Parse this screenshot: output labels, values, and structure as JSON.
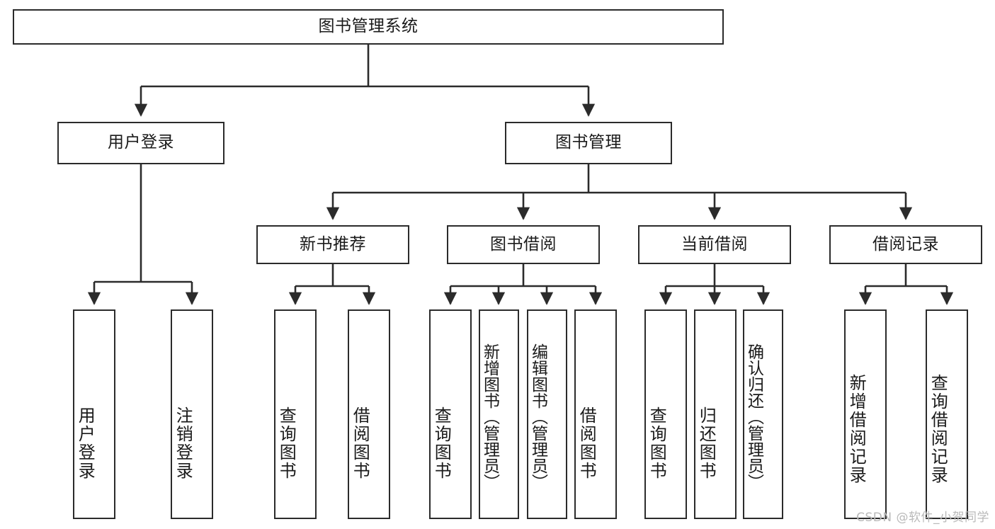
{
  "diagram": {
    "title": "图书管理系统",
    "type": "tree-hierarchy",
    "root": {
      "id": "root",
      "label": "图书管理系统"
    },
    "level2": [
      {
        "id": "user-login",
        "label": "用户登录"
      },
      {
        "id": "book-manage",
        "label": "图书管理"
      }
    ],
    "level3": [
      {
        "id": "new-book-recommend",
        "label": "新书推荐",
        "parent": "book-manage"
      },
      {
        "id": "book-borrow",
        "label": "图书借阅",
        "parent": "book-manage"
      },
      {
        "id": "current-borrow",
        "label": "当前借阅",
        "parent": "book-manage"
      },
      {
        "id": "borrow-record",
        "label": "借阅记录",
        "parent": "book-manage"
      }
    ],
    "leaves": [
      {
        "id": "leaf-user-login",
        "label": "用户登录",
        "parent": "user-login"
      },
      {
        "id": "leaf-logout",
        "label": "注销登录",
        "parent": "user-login"
      },
      {
        "id": "leaf-query-book-1",
        "label": "查询图书",
        "parent": "new-book-recommend"
      },
      {
        "id": "leaf-borrow-book-1",
        "label": "借阅图书",
        "parent": "new-book-recommend"
      },
      {
        "id": "leaf-query-book-2",
        "label": "查询图书",
        "parent": "book-borrow"
      },
      {
        "id": "leaf-add-book",
        "label": "新增图书（管理员）",
        "parent": "book-borrow"
      },
      {
        "id": "leaf-edit-book",
        "label": "编辑图书（管理员）",
        "parent": "book-borrow"
      },
      {
        "id": "leaf-borrow-book-2",
        "label": "借阅图书",
        "parent": "book-borrow"
      },
      {
        "id": "leaf-query-book-3",
        "label": "查询图书",
        "parent": "current-borrow"
      },
      {
        "id": "leaf-return-book",
        "label": "归还图书",
        "parent": "current-borrow"
      },
      {
        "id": "leaf-confirm-return",
        "label": "确认归还（管理员）",
        "parent": "current-borrow"
      },
      {
        "id": "leaf-add-record",
        "label": "新增借阅记录",
        "parent": "borrow-record"
      },
      {
        "id": "leaf-query-record",
        "label": "查询借阅记录",
        "parent": "borrow-record"
      }
    ],
    "watermark": "CSDN @软件_小贺同学",
    "colors": {
      "stroke": "#2b2b2b",
      "background": "#ffffff",
      "text": "#1a1a1a",
      "watermark": "#b9b9b9"
    }
  }
}
